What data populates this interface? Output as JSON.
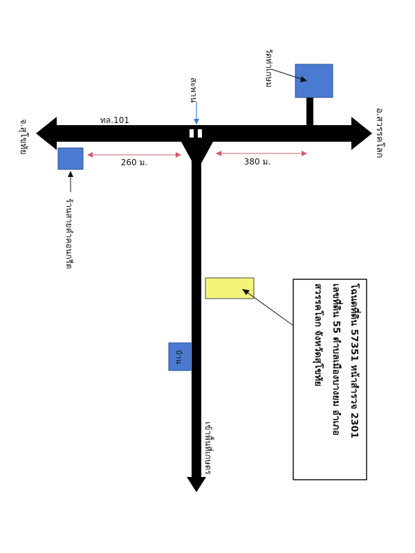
{
  "colors": {
    "road": "#000000",
    "landmark_fill": "#4a7bd1",
    "landmark_stroke": "#2b4f94",
    "plot_fill": "#f4f37a",
    "plot_stroke": "#444444",
    "distance_line": "#d45a6a",
    "pointer_blue": "#3a7bd5"
  },
  "roads": {
    "main": {
      "name": "ทล.101",
      "dir_left": "จ.สุโขทัย",
      "dir_right": "อ.สวรรคโลก"
    },
    "branch": {
      "dir_bottom": "เข้าพื้นที่เกษตร"
    }
  },
  "landmarks": {
    "temple": {
      "label": "วัดท่าเกษม"
    },
    "shop": {
      "label": "ร้านสายคำคอนกรีต"
    },
    "house": {
      "label": "บ้าน"
    },
    "bridge": {
      "label": "สะพาน"
    }
  },
  "distances": {
    "left": "260 ม.",
    "right": "380 ม."
  },
  "parcel": {
    "line1": "โฉนดที่ดิน 57351 หน้าสำรวจ 2301",
    "line2": "เลขที่ดิน 55 ตำบลเมืองบางยม อำเภอ",
    "line3": "สวรรคโลก จังหวัดสุโขทัย"
  }
}
